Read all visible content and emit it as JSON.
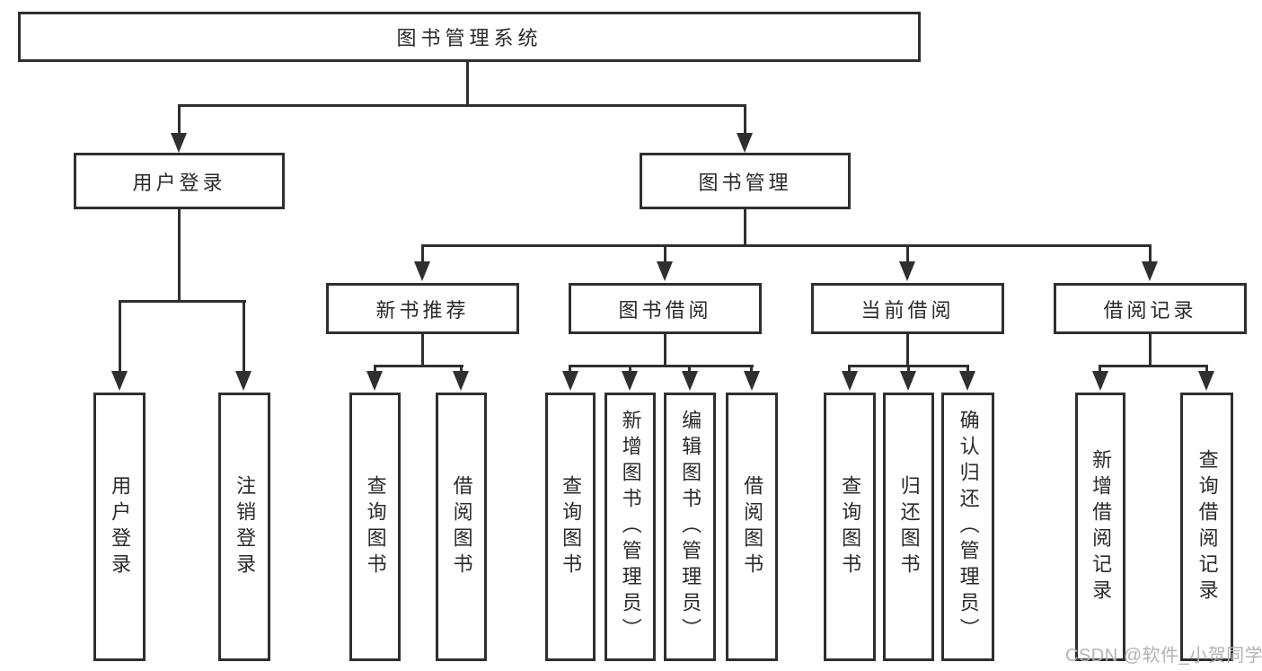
{
  "tree": {
    "root": "图书管理系统",
    "login": {
      "label": "用户登录",
      "children": [
        "用户登录",
        "注销登录"
      ]
    },
    "mgmt": {
      "label": "图书管理",
      "sections": [
        {
          "label": "新书推荐",
          "children": [
            "查询图书",
            "借阅图书"
          ]
        },
        {
          "label": "图书借阅",
          "children": [
            "查询图书",
            "新增图书（管理员）",
            "编辑图书（管理员）",
            "借阅图书"
          ]
        },
        {
          "label": "当前借阅",
          "children": [
            "查询图书",
            "归还图书",
            "确认归还（管理员）"
          ]
        },
        {
          "label": "借阅记录",
          "children": [
            "新增借阅记录",
            "查询借阅记录"
          ]
        }
      ]
    }
  },
  "watermark": {
    "text": "CSDN @软件_小贺同学"
  },
  "colors": {
    "line": "#2f2f2f",
    "text": "#2a2a2a",
    "watermark": "#b3b3b3",
    "background": "#ffffff"
  }
}
